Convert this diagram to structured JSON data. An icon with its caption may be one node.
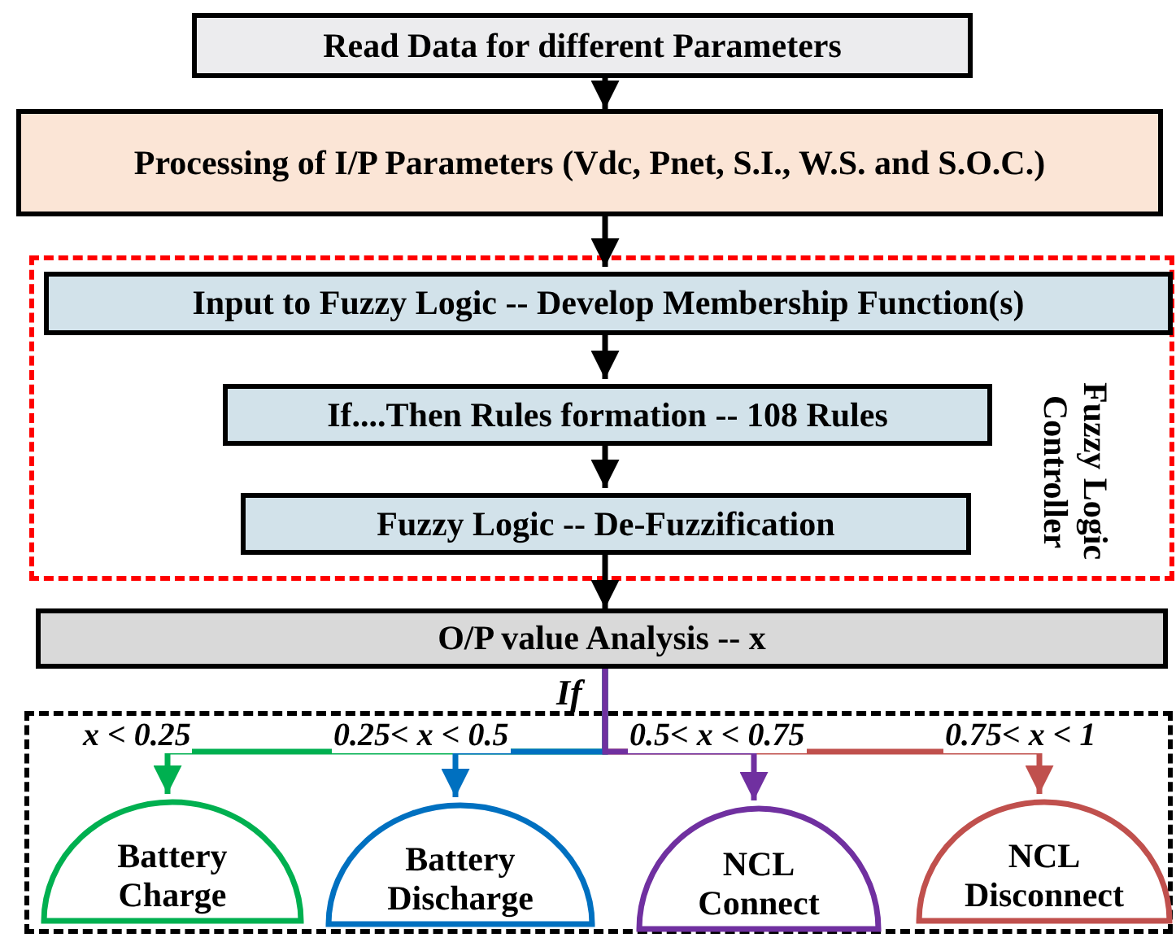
{
  "diagram": {
    "nodes": [
      {
        "text": [
          "Read Data for different Parameters"
        ]
      },
      {
        "text": [
          "Processing of I/P Parameters (Vdc, Pnet, S.I., W.S. and S.O.C.)"
        ]
      },
      {
        "text": [
          "Fuzzy Logic Controller"
        ]
      },
      {
        "text": [
          "Input to Fuzzy Logic -- Develop Membership Function(s)"
        ],
        "in": 2
      },
      {
        "text": [
          "If....Then Rules formation -- 108 Rules"
        ],
        "in": 2
      },
      {
        "text": [
          "Fuzzy Logic -- De-Fuzzification"
        ],
        "in": 2
      },
      {
        "text": [
          "O/P value Analysis -- x"
        ]
      },
      {
        "text": [],
        "shape": "box"
      },
      {
        "text": [
          "Battery Charge"
        ],
        "in": 7
      },
      {
        "text": [
          "Battery Discharge"
        ],
        "in": 7
      },
      {
        "text": [
          "NCL Connect"
        ],
        "in": 7
      },
      {
        "text": [
          "NCL Disconnect"
        ],
        "in": 7
      }
    ],
    "edges": [
      {
        "from": 0,
        "to": 1,
        "arrow": "to"
      },
      {
        "from": 1,
        "to": 3,
        "arrow": "to"
      },
      {
        "from": 3,
        "to": 4,
        "arrow": "to"
      },
      {
        "from": 4,
        "to": 5,
        "arrow": "to"
      },
      {
        "from": 5,
        "to": 6,
        "arrow": "to"
      },
      {
        "from": 6,
        "to": 8,
        "arrow": "to",
        "label": "x < 0.25",
        "color": "#00b050"
      },
      {
        "from": 6,
        "to": 9,
        "arrow": "to",
        "label": "0.25< x < 0.5",
        "color": "#0070c0"
      },
      {
        "from": 6,
        "to": 10,
        "arrow": "to",
        "label": "0.5< x < 0.75",
        "color": "#7030a0"
      },
      {
        "from": 6,
        "to": 11,
        "arrow": "to",
        "label": "0.75< x < 1",
        "color": "#c0504d"
      }
    ],
    "labels": [
      "If"
    ]
  }
}
